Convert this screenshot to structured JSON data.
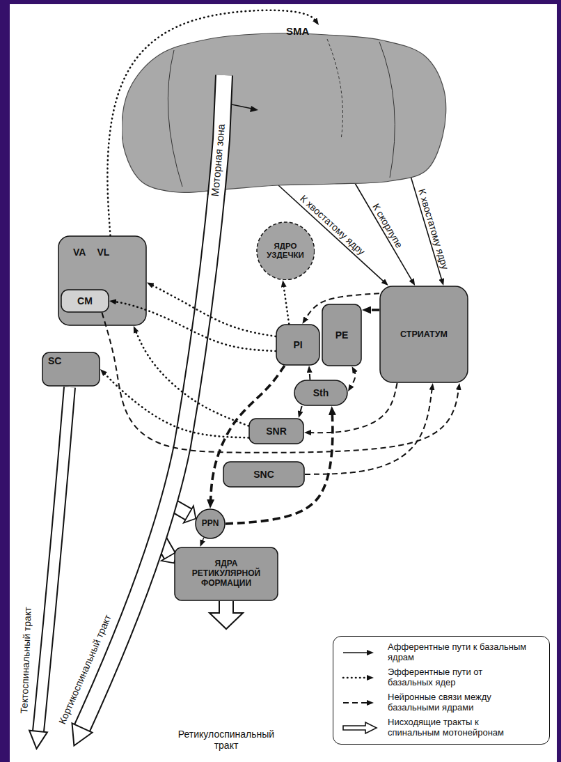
{
  "diagram": {
    "nodes": [
      {
        "text": [
          "SMA"
        ]
      },
      {
        "text": [
          "ЯДРО УЗДЕЧКИ"
        ]
      },
      {
        "text": [
          "VA",
          "VL"
        ]
      },
      {
        "text": [
          "CM"
        ],
        "in": 2
      },
      {
        "text": [
          "СТРИАТУМ"
        ]
      },
      {
        "text": [
          "PE"
        ]
      },
      {
        "text": [
          "PI"
        ]
      },
      {
        "text": [
          "SC"
        ]
      },
      {
        "text": [
          "Sth"
        ]
      },
      {
        "text": [
          "SNR"
        ]
      },
      {
        "text": [
          "SNC"
        ]
      },
      {
        "text": [
          "PPN"
        ]
      },
      {
        "text": [
          "ЯДРА РЕТИКУЛЯРНОЙ ФОРМАЦИИ"
        ]
      }
    ],
    "edges": [
      {
        "from": 0,
        "to": 4,
        "label": "К хвостатому ядру",
        "arrow": "to"
      },
      {
        "from": 0,
        "to": 4,
        "label": "К скорлупе",
        "arrow": "to"
      },
      {
        "from": 0,
        "to": 4,
        "label": "К хвостатому ядру",
        "arrow": "to"
      },
      {
        "from": 2,
        "to": 0,
        "arrow": "to"
      },
      {
        "from": 6,
        "to": 2,
        "arrow": "to"
      },
      {
        "from": 6,
        "to": 3,
        "arrow": "to"
      },
      {
        "from": 6,
        "to": 1,
        "arrow": "to"
      },
      {
        "from": 9,
        "to": 7,
        "arrow": "to"
      },
      {
        "from": 9,
        "to": 2,
        "arrow": "to"
      },
      {
        "from": 4,
        "to": 5,
        "arrow": "to"
      },
      {
        "from": 4,
        "to": 6,
        "arrow": "to"
      },
      {
        "from": 5,
        "to": 8,
        "arrow": "both"
      },
      {
        "from": 8,
        "to": 6,
        "arrow": "to"
      },
      {
        "from": 8,
        "to": 9,
        "arrow": "to"
      },
      {
        "from": 4,
        "to": 9,
        "arrow": "to"
      },
      {
        "from": 10,
        "to": 4,
        "arrow": "to"
      },
      {
        "from": 3,
        "to": 4,
        "arrow": "to"
      },
      {
        "from": 6,
        "to": 11,
        "arrow": "to"
      },
      {
        "from": 11,
        "to": 8,
        "arrow": "to"
      },
      {
        "from": 0,
        "to": 11,
        "arrow": "to"
      },
      {
        "from": 0,
        "to": 12,
        "arrow": "to"
      },
      {
        "from": 11,
        "to": 12,
        "arrow": "to"
      }
    ],
    "labels": [
      "Моторная зона",
      "Тектоспинальный тракт",
      "Кортикоспинальный тракт",
      "Ретикулоспинальный тракт"
    ],
    "legend": [
      {
        "text": "Афферентные пути к базальным ядрам"
      },
      {
        "text": "Эфферентные пути от базальных ядер"
      },
      {
        "text": "Нейронные связи между базальными ядрами"
      },
      {
        "text": "Нисходящие тракты к спинальным мотонейронам"
      }
    ]
  }
}
